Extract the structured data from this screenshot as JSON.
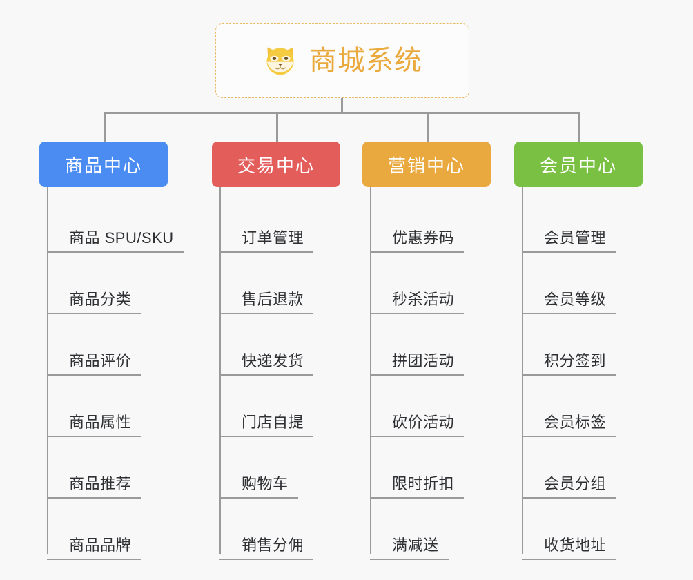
{
  "page": {
    "background_color": "#f8f8f8",
    "title": "商城系统"
  },
  "root": {
    "icon": "shiba-dog-face-emoji",
    "label": "商城系统",
    "text_color": "#e9a93d",
    "border_color": "#e8b960",
    "fill_color": "#fcfcfc"
  },
  "connector": {
    "color": "#9a9a9a"
  },
  "columns": [
    {
      "id": "product-center",
      "header": "商品中心",
      "color": "#4a8cf2",
      "items": [
        "商品 SPU/SKU",
        "商品分类",
        "商品评价",
        "商品属性",
        "商品推荐",
        "商品品牌"
      ]
    },
    {
      "id": "trade-center",
      "header": "交易中心",
      "color": "#e35d5b",
      "items": [
        "订单管理",
        "售后退款",
        "快递发货",
        "门店自提",
        "购物车",
        "销售分佣"
      ]
    },
    {
      "id": "marketing-center",
      "header": "营销中心",
      "color": "#eaa93e",
      "items": [
        "优惠券码",
        "秒杀活动",
        "拼团活动",
        "砍价活动",
        "限时折扣",
        "满减送"
      ]
    },
    {
      "id": "member-center",
      "header": "会员中心",
      "color": "#79c043",
      "items": [
        "会员管理",
        "会员等级",
        "积分签到",
        "会员标签",
        "会员分组",
        "收货地址"
      ]
    }
  ]
}
